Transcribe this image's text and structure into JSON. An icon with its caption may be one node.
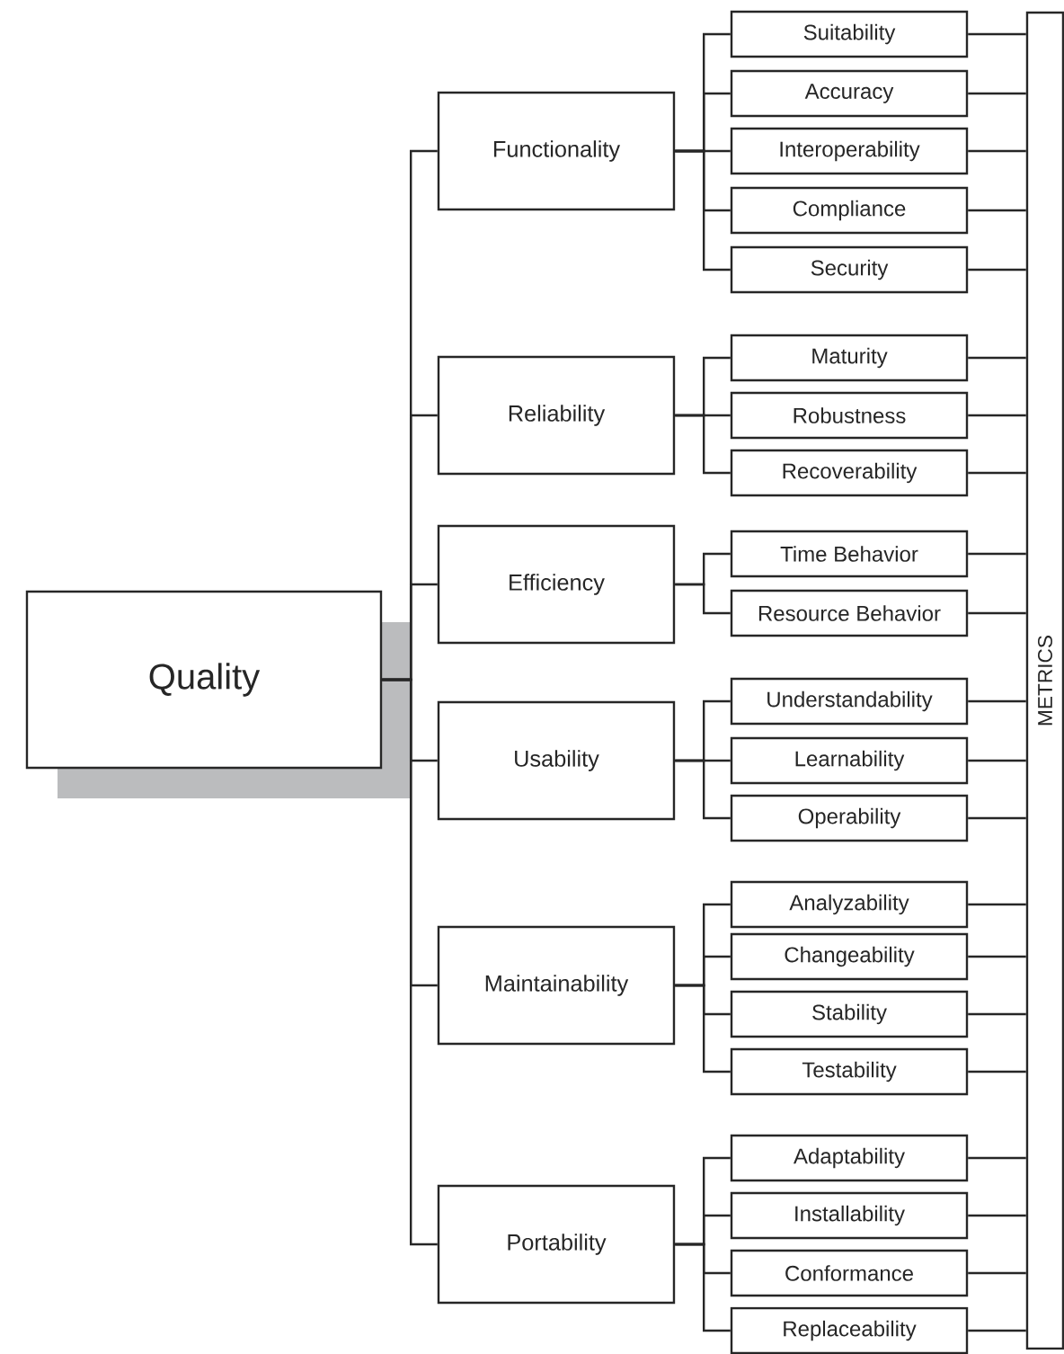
{
  "diagram": {
    "nodes": [
      {
        "text": [
          "Quality"
        ]
      },
      {
        "text": [
          "Functionality"
        ]
      },
      {
        "text": [
          "Suitability"
        ]
      },
      {
        "text": [
          "Accuracy"
        ]
      },
      {
        "text": [
          "Interoperability"
        ]
      },
      {
        "text": [
          "Compliance"
        ]
      },
      {
        "text": [
          "Security"
        ]
      },
      {
        "text": [
          "Reliability"
        ]
      },
      {
        "text": [
          "Maturity"
        ]
      },
      {
        "text": [
          "Robustness"
        ]
      },
      {
        "text": [
          "Recoverability"
        ]
      },
      {
        "text": [
          "Efficiency"
        ]
      },
      {
        "text": [
          "Time Behavior"
        ]
      },
      {
        "text": [
          "Resource Behavior"
        ]
      },
      {
        "text": [
          "Usability"
        ]
      },
      {
        "text": [
          "Understandability"
        ]
      },
      {
        "text": [
          "Learnability"
        ]
      },
      {
        "text": [
          "Operability"
        ]
      },
      {
        "text": [
          "Maintainability"
        ]
      },
      {
        "text": [
          "Analyzability"
        ]
      },
      {
        "text": [
          "Changeability"
        ]
      },
      {
        "text": [
          "Stability"
        ]
      },
      {
        "text": [
          "Testability"
        ]
      },
      {
        "text": [
          "Portability"
        ]
      },
      {
        "text": [
          "Adaptability"
        ]
      },
      {
        "text": [
          "Installability"
        ]
      },
      {
        "text": [
          "Conformance"
        ]
      },
      {
        "text": [
          "Replaceability"
        ]
      },
      {
        "text": [
          "METRICS"
        ]
      }
    ],
    "edges": [
      {
        "from": 0,
        "to": 1,
        "arrow": "none"
      },
      {
        "from": 0,
        "to": 7,
        "arrow": "none"
      },
      {
        "from": 0,
        "to": 11,
        "arrow": "none"
      },
      {
        "from": 0,
        "to": 14,
        "arrow": "none"
      },
      {
        "from": 0,
        "to": 18,
        "arrow": "none"
      },
      {
        "from": 0,
        "to": 23,
        "arrow": "none"
      },
      {
        "from": 1,
        "to": 2,
        "arrow": "none"
      },
      {
        "from": 1,
        "to": 3,
        "arrow": "none"
      },
      {
        "from": 1,
        "to": 4,
        "arrow": "none"
      },
      {
        "from": 1,
        "to": 5,
        "arrow": "none"
      },
      {
        "from": 1,
        "to": 6,
        "arrow": "none"
      },
      {
        "from": 7,
        "to": 8,
        "arrow": "none"
      },
      {
        "from": 7,
        "to": 9,
        "arrow": "none"
      },
      {
        "from": 7,
        "to": 10,
        "arrow": "none"
      },
      {
        "from": 11,
        "to": 12,
        "arrow": "none"
      },
      {
        "from": 11,
        "to": 13,
        "arrow": "none"
      },
      {
        "from": 14,
        "to": 15,
        "arrow": "none"
      },
      {
        "from": 14,
        "to": 16,
        "arrow": "none"
      },
      {
        "from": 14,
        "to": 17,
        "arrow": "none"
      },
      {
        "from": 18,
        "to": 19,
        "arrow": "none"
      },
      {
        "from": 18,
        "to": 20,
        "arrow": "none"
      },
      {
        "from": 18,
        "to": 21,
        "arrow": "none"
      },
      {
        "from": 18,
        "to": 22,
        "arrow": "none"
      },
      {
        "from": 23,
        "to": 24,
        "arrow": "none"
      },
      {
        "from": 23,
        "to": 25,
        "arrow": "none"
      },
      {
        "from": 23,
        "to": 26,
        "arrow": "none"
      },
      {
        "from": 23,
        "to": 27,
        "arrow": "none"
      },
      {
        "from": 2,
        "to": 28,
        "arrow": "none"
      },
      {
        "from": 3,
        "to": 28,
        "arrow": "none"
      },
      {
        "from": 4,
        "to": 28,
        "arrow": "none"
      },
      {
        "from": 5,
        "to": 28,
        "arrow": "none"
      },
      {
        "from": 6,
        "to": 28,
        "arrow": "none"
      },
      {
        "from": 8,
        "to": 28,
        "arrow": "none"
      },
      {
        "from": 9,
        "to": 28,
        "arrow": "none"
      },
      {
        "from": 10,
        "to": 28,
        "arrow": "none"
      },
      {
        "from": 12,
        "to": 28,
        "arrow": "none"
      },
      {
        "from": 13,
        "to": 28,
        "arrow": "none"
      },
      {
        "from": 15,
        "to": 28,
        "arrow": "none"
      },
      {
        "from": 16,
        "to": 28,
        "arrow": "none"
      },
      {
        "from": 17,
        "to": 28,
        "arrow": "none"
      },
      {
        "from": 19,
        "to": 28,
        "arrow": "none"
      },
      {
        "from": 20,
        "to": 28,
        "arrow": "none"
      },
      {
        "from": 21,
        "to": 28,
        "arrow": "none"
      },
      {
        "from": 22,
        "to": 28,
        "arrow": "none"
      },
      {
        "from": 24,
        "to": 28,
        "arrow": "none"
      },
      {
        "from": 25,
        "to": 28,
        "arrow": "none"
      },
      {
        "from": 26,
        "to": 28,
        "arrow": "none"
      },
      {
        "from": 27,
        "to": 28,
        "arrow": "none"
      }
    ]
  }
}
